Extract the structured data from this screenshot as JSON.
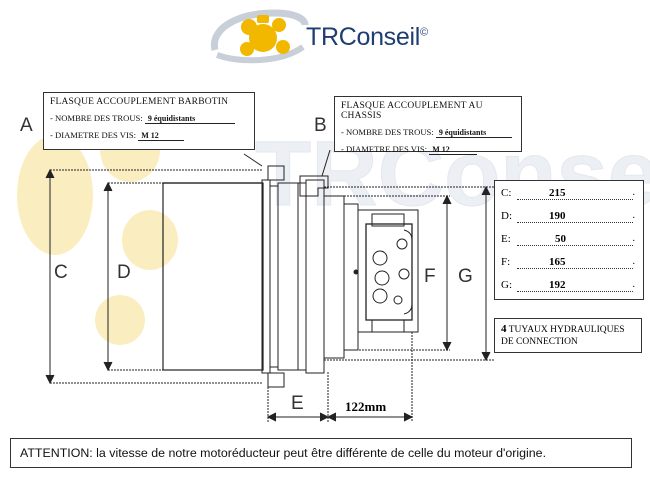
{
  "logo": {
    "text": "TRConseil",
    "mark": "©",
    "watermark": "TRConseil©"
  },
  "view_labels": {
    "a": "A",
    "b": "B",
    "c": "C",
    "d": "D",
    "e": "E",
    "f": "F",
    "g": "G"
  },
  "flange_barbotin": {
    "title": "FLASQUE ACCOUPLEMENT BARBOTIN",
    "holes_label": "- NOMBRE DES TROUS:",
    "holes_value": "9 équidistants",
    "screw_label": "- DIAMETRE DES VIS:",
    "screw_value": "M 12"
  },
  "flange_chassis": {
    "title": "FLASQUE ACCOUPLEMENT AU CHASSIS",
    "holes_label": "- NOMBRE DES TROUS:",
    "holes_value": "9 équidistants",
    "screw_label": "- DIAMETRE DES VIS:",
    "screw_value": "M 12"
  },
  "dimensions": [
    {
      "key": "C:",
      "value": "215"
    },
    {
      "key": "D:",
      "value": "190"
    },
    {
      "key": "E:",
      "value": "50"
    },
    {
      "key": "F:",
      "value": "165"
    },
    {
      "key": "G:",
      "value": "192"
    }
  ],
  "length_label": "122mm",
  "hydraulic": {
    "count": "4",
    "text_1": "TUYAUX HYDRAULIQUES",
    "text_2": "DE CONNECTION"
  },
  "attention": "ATTENTION: la vitesse de notre motoréducteur peut être différente de celle du moteur d'origine.",
  "colors": {
    "logo_blue": "#1d3d73",
    "logo_yellow": "#f2b800",
    "watermark": "#c9d3e2"
  }
}
